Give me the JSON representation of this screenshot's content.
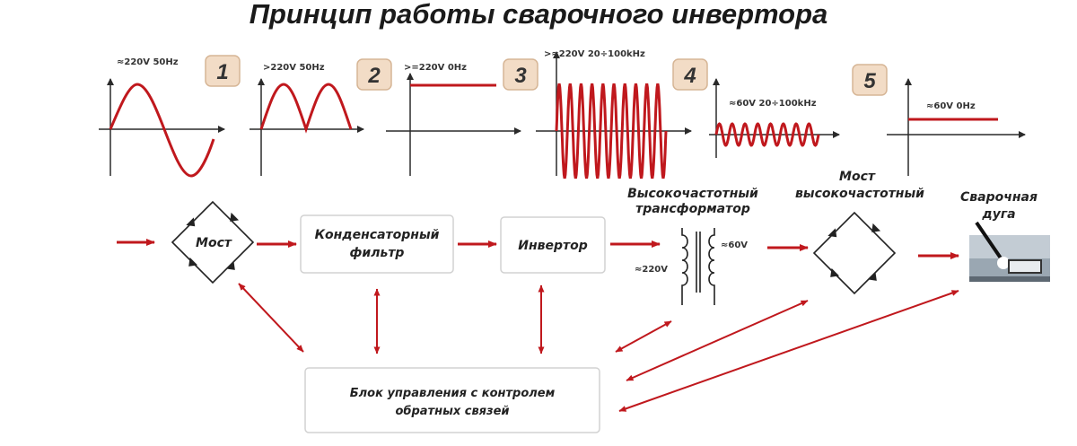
{
  "title": "Принцип работы сварочного инвертора",
  "colors": {
    "accent": "#c0181d",
    "badge_fill": "#f2dcc6",
    "badge_stroke": "#d6b595"
  },
  "stages": [
    {
      "number": "1",
      "signal": "≈220V 50Hz"
    },
    {
      "number": "2",
      "signal": ">220V 50Hz"
    },
    {
      "number": "3",
      "signal": ">=220V 0Hz"
    },
    {
      "number": "4",
      "signal": ">≈220V 20÷100kHz"
    },
    {
      "number": "5",
      "signal": "≈60V 20÷100kHz"
    },
    {
      "number": "",
      "signal": "≈60V 0Hz"
    }
  ],
  "blocks": {
    "bridge1": "Мост",
    "filter_line1": "Конденсаторный",
    "filter_line2": "фильтр",
    "inverter": "Инвертор",
    "transformer_line1": "Высокочастотный",
    "transformer_line2": "трансформатор",
    "transformer_primary": "≈220V",
    "transformer_secondary": "≈60V",
    "bridge2_line1": "Мост",
    "bridge2_line2": "высокочастотный",
    "arc_line1": "Сварочная",
    "arc_line2": "дуга",
    "control_line1": "Блок управления с контролем",
    "control_line2": "обратных связей"
  }
}
